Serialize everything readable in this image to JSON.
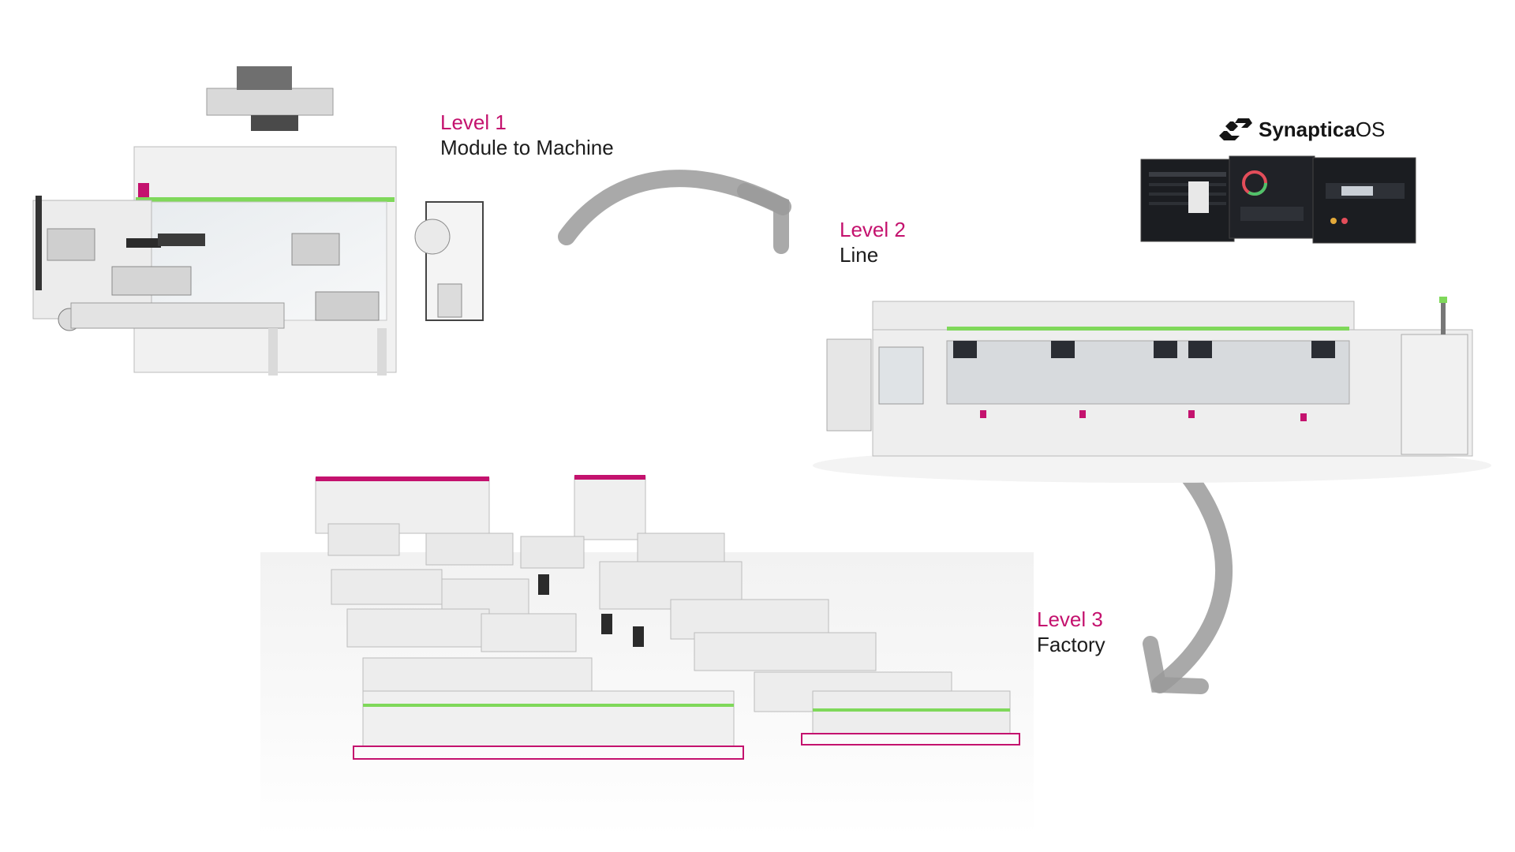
{
  "levels": [
    {
      "level": "Level 1",
      "description": "Module to Machine"
    },
    {
      "level": "Level 2",
      "description": "Line"
    },
    {
      "level": "Level 3",
      "description": "Factory"
    }
  ],
  "brand": {
    "name_bold": "Synaptica",
    "name_regular": "OS",
    "icon": "synaptica-logo-icon"
  },
  "colors": {
    "accent": "#c4126e",
    "text": "#1c1c1c",
    "machine_body": "#eeeeee",
    "green_strip": "#7fd85a",
    "arrow": "#9a9a9a",
    "screen": "#1b1d21"
  }
}
